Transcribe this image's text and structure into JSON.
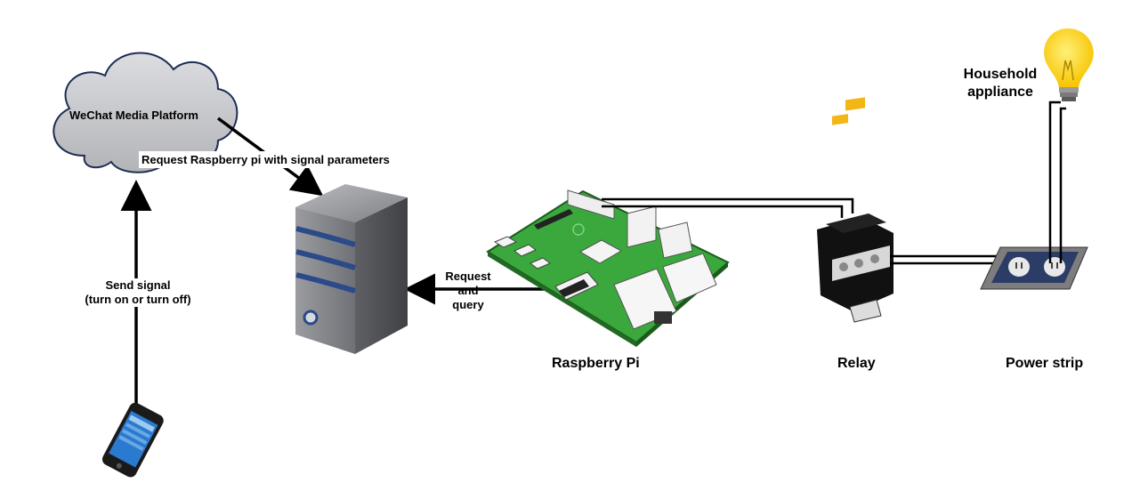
{
  "labels": {
    "cloud": "WeChat Media Platform",
    "request_params": "Request Raspberry pi with signal parameters",
    "send_signal_line1": "Send signal",
    "send_signal_line2": "(turn on or turn off)",
    "request_and_query_line1": "Request",
    "request_and_query_line2": "and",
    "request_and_query_line3": "query",
    "raspberry_pi": "Raspberry Pi",
    "relay": "Relay",
    "power_strip": "Power strip",
    "household_line1": "Household",
    "household_line2": "appliance"
  },
  "colors": {
    "cloud_fill": "#c9cacd",
    "cloud_stroke": "#1f2d55",
    "server_body": "#8d8f93",
    "server_stripe": "#2a4a8a",
    "pcb_green": "#39a83a",
    "relay_body": "#111111",
    "relay_accent": "#f2b617",
    "outlet_plate": "#7d7d7d",
    "bulb_yellow": "#fcd216",
    "phone_screen": "#2a7ad0",
    "line": "#000000"
  },
  "icons": [
    "cloud-icon",
    "server-icon",
    "smartphone-icon",
    "raspberry-pi-board-icon",
    "relay-icon",
    "power-strip-icon",
    "light-bulb-icon"
  ]
}
